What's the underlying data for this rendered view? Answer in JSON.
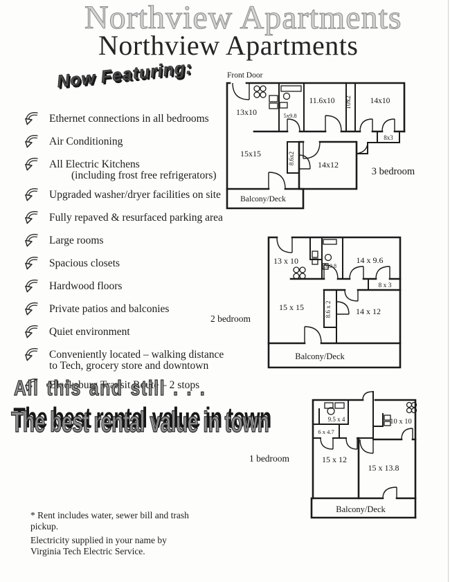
{
  "page": {
    "title_outline": "Northview Apartments",
    "title_solid": "Northview Apartments",
    "now_featuring": "Now Featuring:",
    "headline_1": "All this and still . . .",
    "headline_2": "The best rental value in town",
    "footnote_1": "* Rent includes water, sewer bill and trash\npickup.",
    "footnote_2": "Electricity supplied in your name by\nVirginia Tech Electric Service.",
    "ink_color": "#1b1b1b",
    "paper_color": "#fdfdfc"
  },
  "features": [
    {
      "line1": "Ethernet connections in all bedrooms"
    },
    {
      "line1": "Air Conditioning"
    },
    {
      "line1": "All Electric Kitchens",
      "line2": "(including frost free refrigerators)"
    },
    {
      "line1": "Upgraded washer/dryer facilities on site"
    },
    {
      "line1": "Fully repaved & resurfaced parking area"
    },
    {
      "line1": "Large rooms"
    },
    {
      "line1": "Spacious closets"
    },
    {
      "line1": "Hardwood floors"
    },
    {
      "line1": "Private patios and balconies"
    },
    {
      "line1": "Quiet environment"
    },
    {
      "line1": "Conveniently located – walking distance",
      "line2": "to Tech, grocery store and downtown"
    },
    {
      "line1": "Blacksburg Transit Route – 2 stops"
    }
  ],
  "plans": {
    "three_bedroom": {
      "name": "3 bedroom",
      "front_door": "Front Door",
      "balcony": "Balcony/Deck",
      "rooms": {
        "kitchen": "13x10",
        "bath": "5x9.8",
        "bed1": "11.6x10",
        "hall_closet": "10x2",
        "bed2": "14x10",
        "right_closet": "8x3",
        "living": "15x15",
        "mid_closet": "8.6x2",
        "bed3": "14x12"
      }
    },
    "two_bedroom": {
      "name": "2 bedroom",
      "balcony": "Balcony/Deck",
      "rooms": {
        "kitchen": "13 x 10",
        "bath": "5x9.8",
        "bed1": "14 x 9.6",
        "right_closet": "8 x 3",
        "living": "15 x 15",
        "mid_closet": "8.6 x 2",
        "bed2": "14 x 12"
      }
    },
    "one_bedroom": {
      "name": "1 bedroom",
      "balcony": "Balcony/Deck",
      "rooms": {
        "kitchen": "9.5 x 4",
        "bath": "6 x 4.7",
        "dressing": "10 x 10",
        "living": "15 x 12",
        "bed1": "15 x 13.8"
      }
    }
  }
}
